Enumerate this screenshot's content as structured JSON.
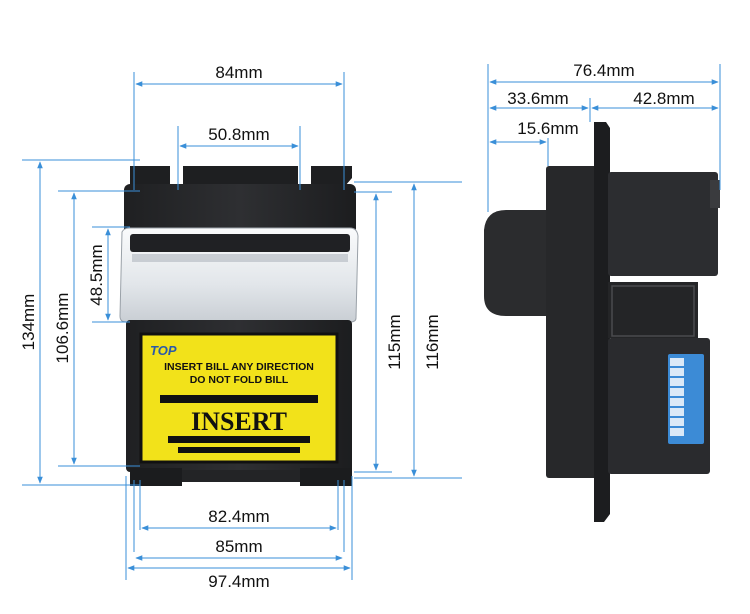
{
  "front_view": {
    "dimensions": {
      "top_width": "84mm",
      "slot_spacing": "50.8mm",
      "height_total": "134mm",
      "height_body": "106.6mm",
      "bezel_height": "48.5mm",
      "height_right_inner": "115mm",
      "height_right_outer": "116mm",
      "bottom_width_1": "82.4mm",
      "bottom_width_2": "85mm",
      "bottom_width_3": "97.4mm"
    },
    "label": {
      "brand": "TOP",
      "line1": "INSERT BILL ANY DIRECTION",
      "line2": "DO NOT FOLD BILL",
      "main": "INSERT"
    }
  },
  "side_view": {
    "dimensions": {
      "total_depth": "76.4mm",
      "front_depth": "33.6mm",
      "rear_depth": "42.8mm",
      "flange_depth": "15.6mm"
    }
  },
  "colors": {
    "dimension_line": "#3a8fd8",
    "device_body": "#2a2b2d",
    "label_yellow": "#f2e21a",
    "bezel_white": "#e9ecef",
    "dip_switch_blue": "#3c8bd6"
  }
}
